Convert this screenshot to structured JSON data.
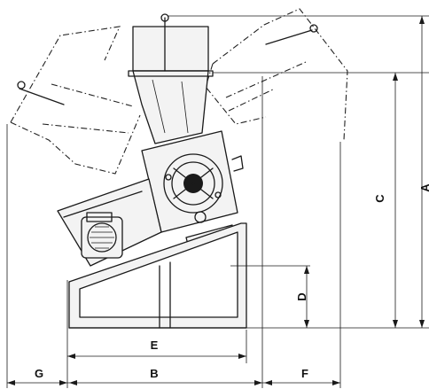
{
  "dimensions": {
    "A": "A",
    "B": "B",
    "C": "C",
    "D": "D",
    "E": "E",
    "F": "F",
    "G": "G"
  }
}
